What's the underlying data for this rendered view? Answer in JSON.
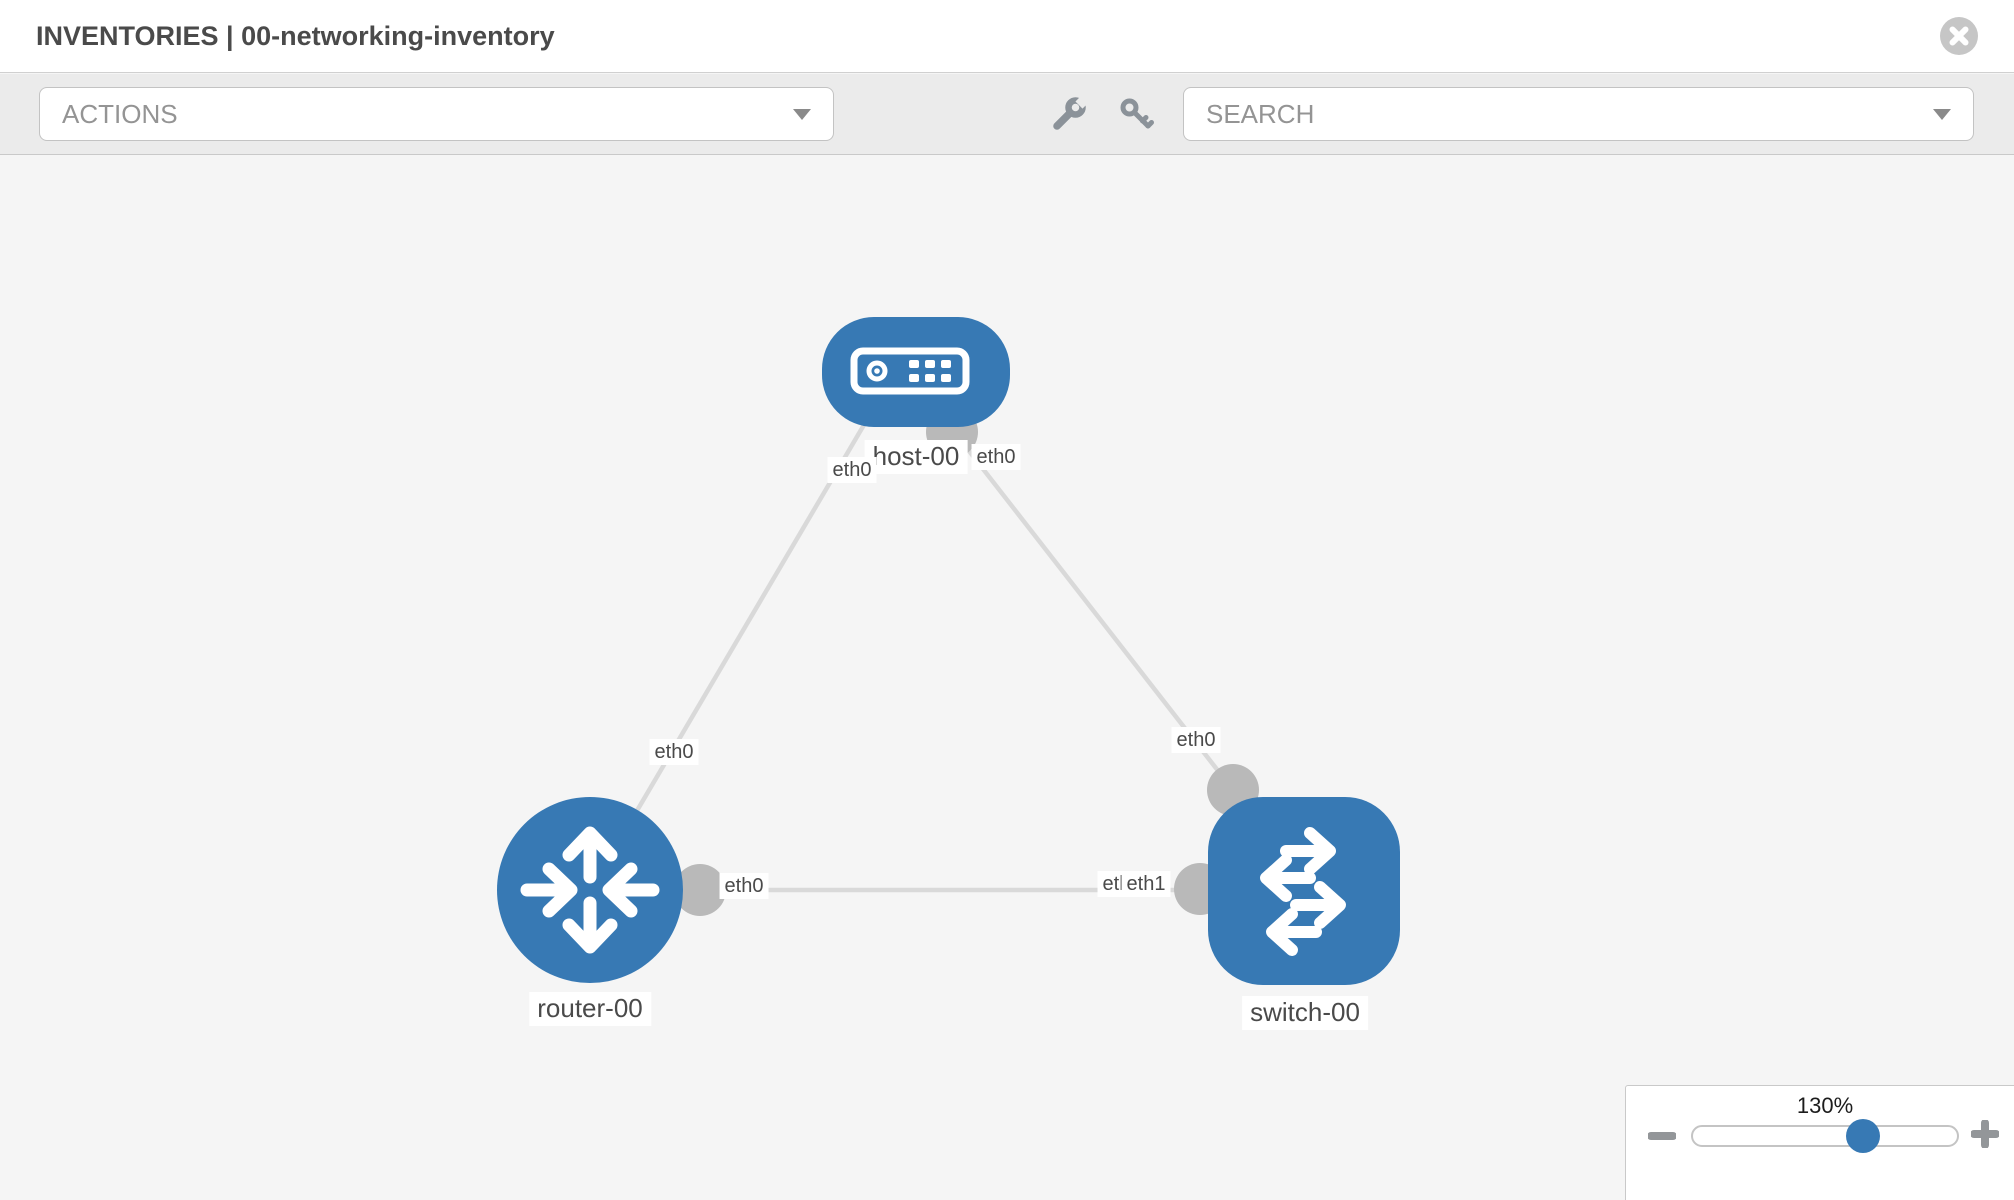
{
  "header": {
    "title": "INVENTORIES | 00-networking-inventory"
  },
  "toolbar": {
    "actions_label": "ACTIONS",
    "search_label": "SEARCH"
  },
  "icons": {
    "close": "close-icon",
    "actions_caret": "chevron-down-icon",
    "search_caret": "chevron-down-icon",
    "wrench": "wrench-icon",
    "key": "key-icon",
    "host": "host-device-icon",
    "router": "router-icon",
    "switch": "switch-icon",
    "minus": "minus-icon",
    "plus": "plus-icon"
  },
  "colors": {
    "node_blue": "#3779b4",
    "link_gray": "#d9d9d9",
    "port_gray": "#b9b9b9",
    "toolbar_bg": "#ebebeb",
    "canvas_bg": "#f5f5f5",
    "icon_gray": "#8b9299"
  },
  "canvas": {
    "nodes": {
      "host": {
        "label": "host-00",
        "type": "host"
      },
      "router": {
        "label": "router-00",
        "type": "router"
      },
      "switch": {
        "label": "switch-00",
        "type": "switch"
      }
    },
    "links": [
      {
        "from": "host-00",
        "to": "router-00",
        "from_iface": "eth0",
        "to_iface": "eth0"
      },
      {
        "from": "host-00",
        "to": "switch-00",
        "from_iface": "eth0",
        "to_iface": "eth0"
      },
      {
        "from": "router-00",
        "to": "switch-00",
        "from_iface": "eth0",
        "to_iface": "eth1"
      }
    ],
    "iface_labels": {
      "host_router_host": "eth0",
      "host_router_router": "eth0",
      "host_switch_host": "eth0",
      "host_switch_switch": "eth0",
      "router_switch_router": "eth0",
      "router_switch_switch_back": "eth0",
      "router_switch_switch_front": "eth1"
    }
  },
  "zoom_control": {
    "level": "130%"
  }
}
